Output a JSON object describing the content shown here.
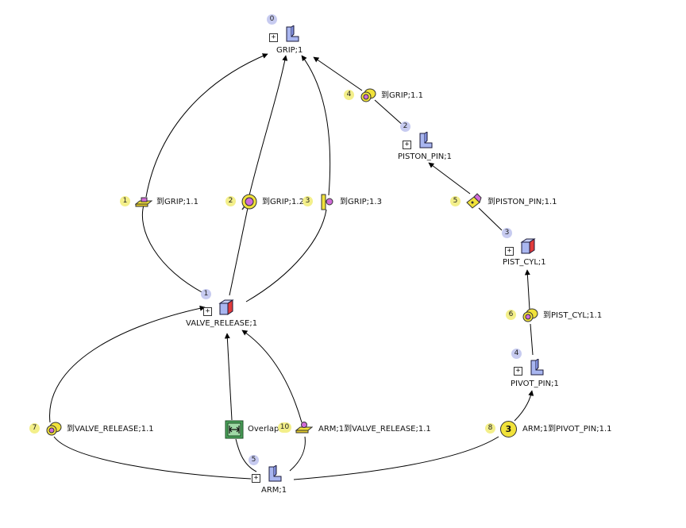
{
  "nodes": [
    {
      "key": "grip",
      "label": "GRIP;1",
      "index": "0",
      "part": "l-shape"
    },
    {
      "key": "valve_release",
      "label": "VALVE_RELEASE;1",
      "index": "1",
      "part": "cube-red"
    },
    {
      "key": "piston_pin",
      "label": "PISTON_PIN;1",
      "index": "2",
      "part": "l-shape"
    },
    {
      "key": "pist_cyl",
      "label": "PIST_CYL;1",
      "index": "3",
      "part": "cube-red"
    },
    {
      "key": "pivot_pin",
      "label": "PIVOT_PIN;1",
      "index": "4",
      "part": "l-shape"
    },
    {
      "key": "arm",
      "label": "ARM;1",
      "index": "5",
      "part": "l-shape"
    }
  ],
  "constraints": [
    {
      "key": "c1",
      "index": "1",
      "label": "到GRIP;1.1",
      "icon": "planar-mate-icon"
    },
    {
      "key": "c2",
      "index": "2",
      "label": "到GRIP;1.2",
      "icon": "concentric-mate-icon"
    },
    {
      "key": "c3",
      "index": "3",
      "label": "到GRIP;1.3",
      "icon": "pin-slot-icon"
    },
    {
      "key": "c4",
      "index": "4",
      "label": "到GRIP;1.1",
      "icon": "cylindrical-mate-icon"
    },
    {
      "key": "c5",
      "index": "5",
      "label": "到PISTON_PIN;1.1",
      "icon": "diamond-mate-icon"
    },
    {
      "key": "c6",
      "index": "6",
      "label": "到PIST_CYL;1.1",
      "icon": "cylindrical-mate-icon"
    },
    {
      "key": "c7",
      "index": "7",
      "label": "到VALVE_RELEASE;1.1",
      "icon": "cylindrical-mate-icon"
    },
    {
      "key": "c8",
      "index": "8",
      "label": "ARM;1到PIVOT_PIN;1.1",
      "icon": "count-circle-icon",
      "count": "3"
    },
    {
      "key": "overlap",
      "index": "",
      "label": "Overlap",
      "icon": "overlap-icon"
    },
    {
      "key": "c10",
      "index": "10",
      "label": "ARM;1到VALVE_RELEASE;1.1",
      "icon": "planar-mate-icon"
    }
  ],
  "colors": {
    "edge": "#000000",
    "node_badge": "#c7cbf0",
    "constraint_badge": "#f3ef8a",
    "part_face": "#a9b6f0",
    "part_accent": "#e23b3b",
    "constraint_yellow": "#f1e23a",
    "constraint_magenta": "#d06cd8",
    "overlap_green": "#4aa35a"
  }
}
